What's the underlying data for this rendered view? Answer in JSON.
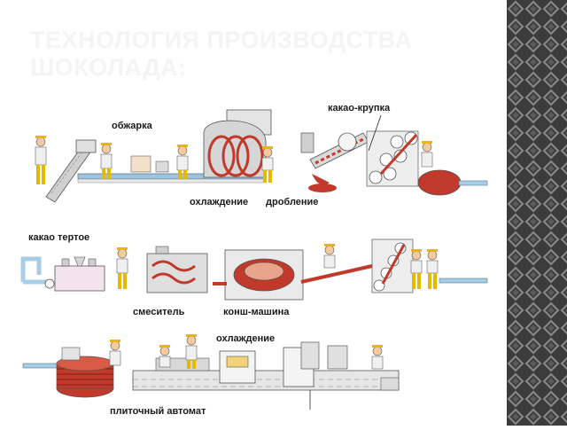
{
  "title": {
    "line1": "ТЕХНОЛОГИЯ ПРОИЗВОДСТВА",
    "line2": "ШОКОЛАДА:"
  },
  "stages": {
    "roasting": "обжарка",
    "cocoa_nibs": "какао-крупка",
    "cooling_1": "охлаждение",
    "crushing": "дробление",
    "cocoa_mass": "какао тертое",
    "mixer": "смеситель",
    "conche": "конш-машина",
    "cooling_2": "охлаждение",
    "tablet_machine": "плиточный автомат"
  },
  "colors": {
    "pipe": "#a8cde6",
    "chocolate": "#c0392b",
    "machine": "#d9d9d9",
    "worker": "#e6b800",
    "decor": "#3c3c3c"
  }
}
